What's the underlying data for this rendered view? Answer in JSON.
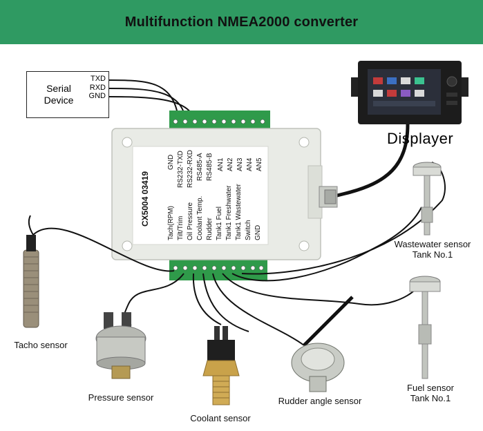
{
  "title": "Multifunction NMEA2000 converter",
  "serial_device": {
    "label_line1": "Serial",
    "label_line2": "Device",
    "pins": [
      "TXD",
      "RXD",
      "GND"
    ]
  },
  "displayer_label": "Displayer",
  "module": {
    "model": "CX5004 03419",
    "top_terminals": [
      "GND",
      "RS232-TXD",
      "RS232-RXD",
      "RS485-A",
      "RS485-B",
      "AN1",
      "AN2",
      "AN3",
      "AN4",
      "AN5"
    ],
    "bottom_terminals": [
      "Tach(RPM)",
      "Tilt/Trim",
      "Oil Pressure",
      "Coolant Temp.",
      "Rudder",
      "Tank1 Fuel",
      "Tank1 Freshwater",
      "Tank1 Wastewater",
      "Switch",
      "GND"
    ]
  },
  "sensors": {
    "tacho": "Tacho sensor",
    "pressure": "Pressure sensor",
    "coolant": "Coolant sensor",
    "rudder": "Rudder angle sensor",
    "fuel_line1": "Fuel sensor",
    "fuel_line2": "Tank No.1",
    "wastewater_line1": "Wastewater sensor",
    "wastewater_line2": "Tank No.1"
  },
  "colors": {
    "banner": "#2f9a62",
    "terminal_green": "#2f9a4a",
    "enclosure": "#e9ebe6",
    "wire": "#111111"
  }
}
